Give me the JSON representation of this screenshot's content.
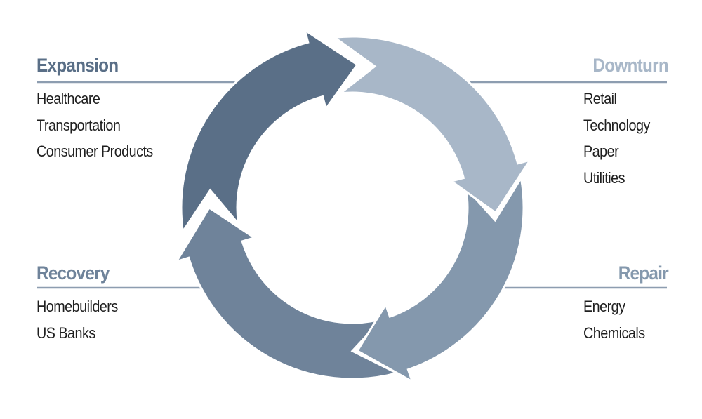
{
  "phases": {
    "expansion": {
      "title": "Expansion",
      "color": "#5a6f87",
      "items": [
        "Healthcare",
        "Transportation",
        "Consumer Products"
      ]
    },
    "downturn": {
      "title": "Downturn",
      "color": "#a8b7c8",
      "items": [
        "Retail",
        "Technology",
        "Paper",
        "Utilities"
      ]
    },
    "repair": {
      "title": "Repair",
      "color": "#8498ad",
      "items": [
        "Energy",
        "Chemicals"
      ]
    },
    "recovery": {
      "title": "Recovery",
      "color": "#6f839a",
      "items": [
        "Homebuilders",
        "US Banks"
      ]
    }
  },
  "divider_color": "#8d9db0"
}
